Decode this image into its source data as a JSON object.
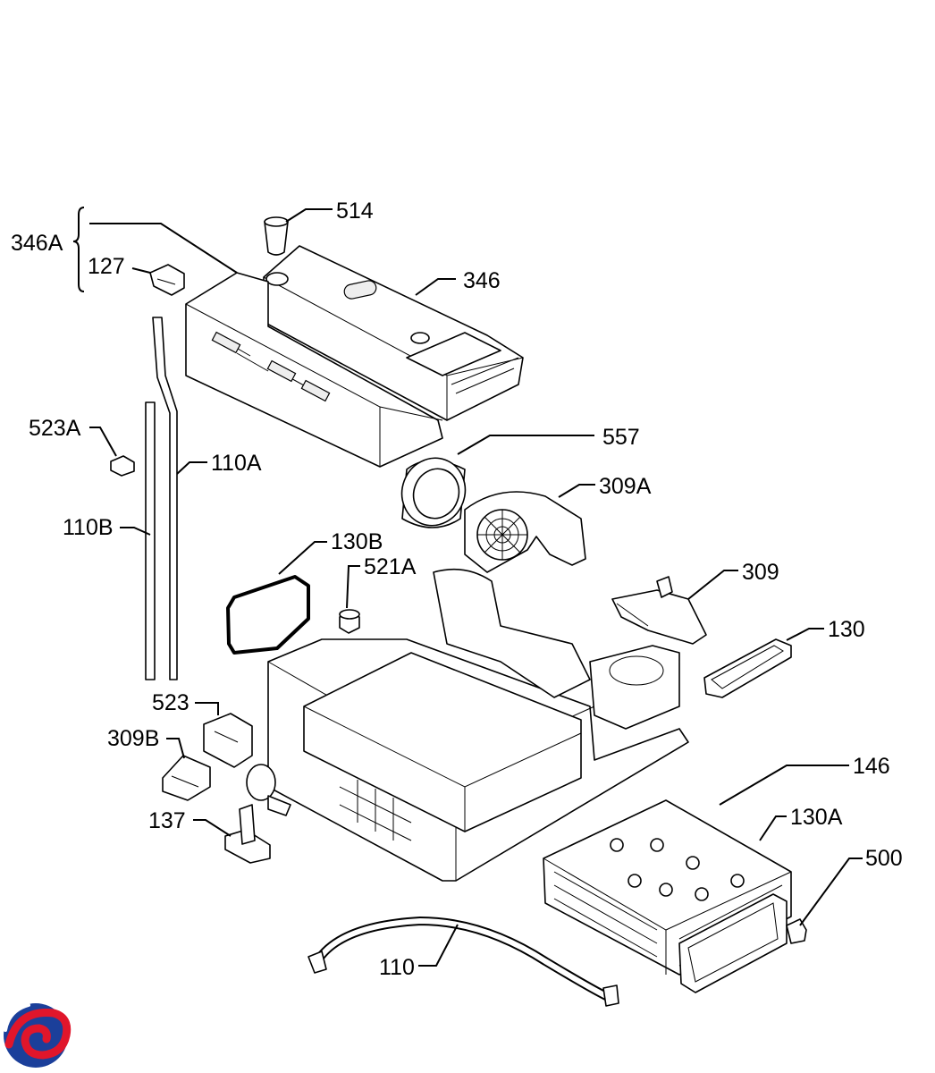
{
  "callouts": [
    {
      "id": "346A",
      "label": "346A"
    },
    {
      "id": "127",
      "label": "127"
    },
    {
      "id": "514",
      "label": "514"
    },
    {
      "id": "346",
      "label": "346"
    },
    {
      "id": "523A",
      "label": "523A"
    },
    {
      "id": "110A",
      "label": "110A"
    },
    {
      "id": "110B",
      "label": "110B"
    },
    {
      "id": "557",
      "label": "557"
    },
    {
      "id": "309A",
      "label": "309A"
    },
    {
      "id": "130B",
      "label": "130B"
    },
    {
      "id": "521A",
      "label": "521A"
    },
    {
      "id": "309",
      "label": "309"
    },
    {
      "id": "130",
      "label": "130"
    },
    {
      "id": "523",
      "label": "523"
    },
    {
      "id": "309B",
      "label": "309B"
    },
    {
      "id": "137",
      "label": "137"
    },
    {
      "id": "146",
      "label": "146"
    },
    {
      "id": "130A",
      "label": "130A"
    },
    {
      "id": "500",
      "label": "500"
    },
    {
      "id": "110",
      "label": "110"
    }
  ],
  "colors": {
    "logo_red": "#e0162b",
    "logo_blue": "#1b3f9a"
  },
  "logo": {
    "icon": "brand-swirl-icon"
  }
}
